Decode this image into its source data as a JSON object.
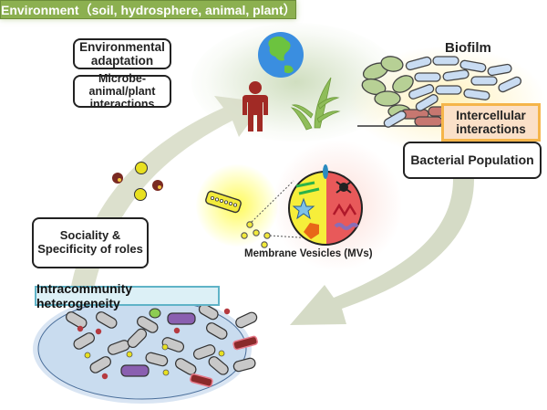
{
  "environment": {
    "banner": "Environment（soil, hydrosphere, animal, plant）",
    "icons": [
      "globe-icon",
      "human-icon",
      "plant-icon"
    ]
  },
  "boxes": {
    "environmental_adaptation": "Environmental adaptation",
    "microbe_interactions": "Microbe-animal/plant interactions",
    "biofilm_title": "Biofilm",
    "intercellular": "Intercellular interactions",
    "bacterial_population": "Bacterial Population",
    "sociality": "Sociality & Specificity of roles",
    "intracommunity": "Intracommunity heterogeneity",
    "membrane_vesicles": "Membrane Vesicles (MVs)"
  },
  "colors": {
    "banner_green": "#8cb050",
    "arrow_gray_green": "#d3d9c3",
    "community_blue": "#c9dcef",
    "intra_border": "#5fb3c7",
    "intercellular_border": "#f5b54a",
    "mv_yellow": "#f6ee3a",
    "mv_red": "#e8595a"
  }
}
